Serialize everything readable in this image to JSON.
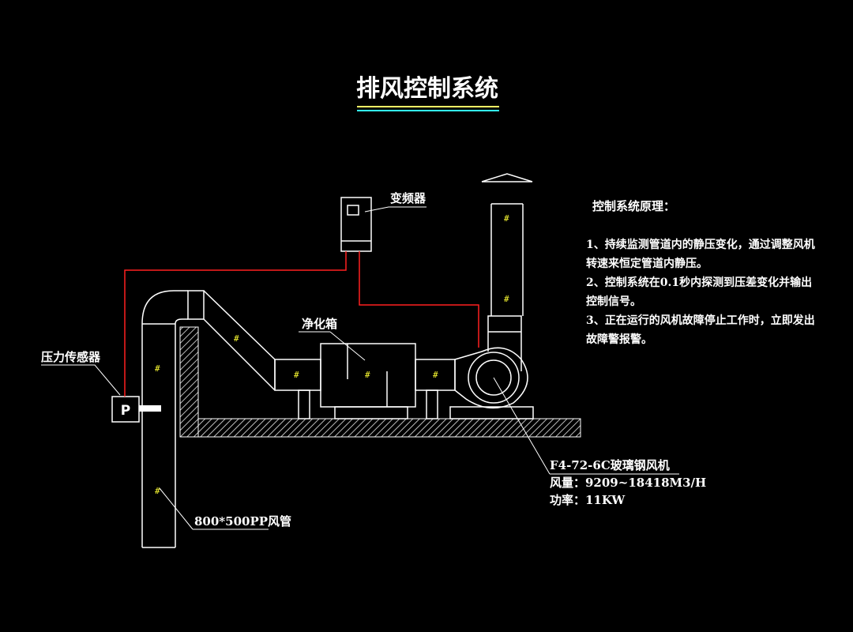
{
  "title": "排风控制系统",
  "labels": {
    "inverter": "变频器",
    "purifier": "净化箱",
    "pressure_sensor": "压力传感器",
    "sensor_letter": "P",
    "duct": "800*500PP风管",
    "flow_marker": "#"
  },
  "fan_spec": {
    "model": "F4-72-6C玻璃钢风机",
    "airflow": "风量：9209~18418M3/H",
    "power": "功率：11KW"
  },
  "principle": {
    "heading": "控制系统原理：",
    "lines": [
      "1、持续监测管道内的静压变化，通过调整风机",
      "转速来恒定管道内静压。",
      "2、控制系统在0.1秒内探测到压差变化并输出",
      "控制信号。",
      "3、正在运行的风机故障停止工作时，立即发出",
      "故障警报警。"
    ]
  },
  "colors": {
    "background": "#000000",
    "linework": "#ffffff",
    "signal_wire": "#ff2020",
    "flow_marker": "#ffff33",
    "title_underline_1": "#ffff66",
    "title_underline_2": "#33ffff",
    "hatch": "#ffffff"
  }
}
